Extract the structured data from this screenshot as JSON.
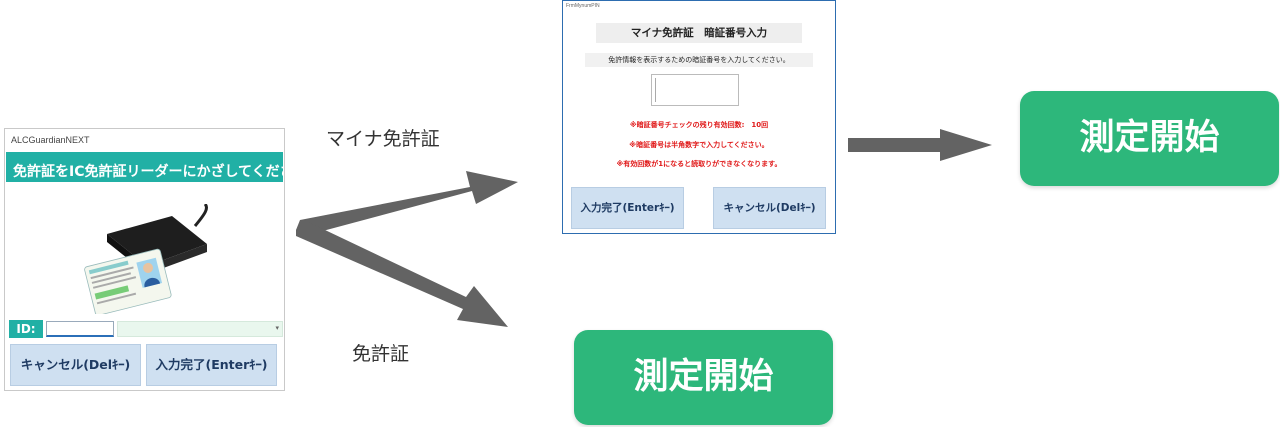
{
  "left_window": {
    "title": "ALCGuardianNEXT",
    "banner": "免許証をIC免許証リーダーにかざしてください",
    "id_label": "ID:",
    "cancel_button": "キャンセル(Delｷｰ)",
    "confirm_button": "入力完了(Enterｷｰ)"
  },
  "mid_window": {
    "title": "FrmMynumPIN",
    "heading": "マイナ免許証　暗証番号入力",
    "description": "免許情報を表示するための暗証番号を入力してください。",
    "warning1": "※暗証番号チェックの残り有効回数:　10回",
    "warning2": "※暗証番号は半角数字で入力してください。",
    "warning3": "※有効回数が1になると読取りができなくなります。",
    "confirm_button": "入力完了(Enterｷｰ)",
    "cancel_button": "キャンセル(Delｷｰ)"
  },
  "labels": {
    "my_number_license": "マイナ免許証",
    "license": "免許証"
  },
  "start_buttons": {
    "top": "測定開始",
    "bottom": "測定開始"
  },
  "colors": {
    "teal": "#21b0a5",
    "green": "#2db77b",
    "arrow": "#636363",
    "red_text": "#e01818",
    "button_blue": "#cfe0f1"
  }
}
